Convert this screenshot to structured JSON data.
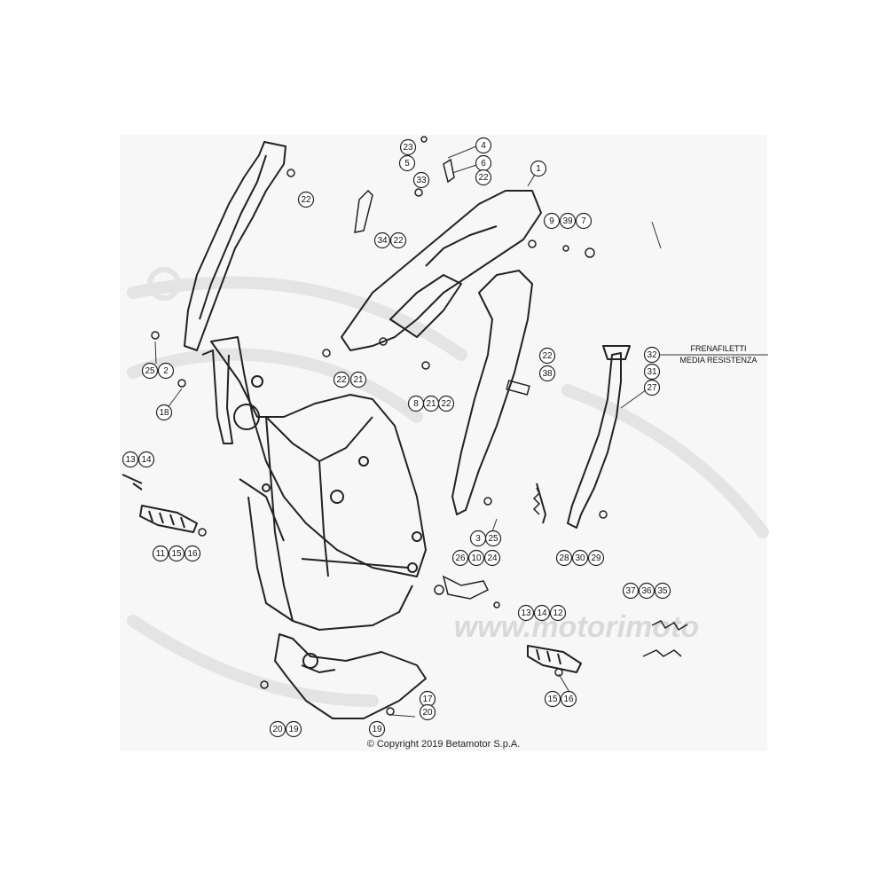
{
  "diagram": {
    "copyright": "© Copyright 2019 Betamotor S.p.A.",
    "note_lines": [
      "FRENAFILETTI",
      "MEDIA RESISTENZA"
    ],
    "watermark_text": "www.motorimoto",
    "callouts": [
      {
        "id": "c1",
        "label": "1"
      },
      {
        "id": "c2",
        "label": "2"
      },
      {
        "id": "c3",
        "label": "3"
      },
      {
        "id": "c4",
        "label": "4"
      },
      {
        "id": "c5",
        "label": "5"
      },
      {
        "id": "c6",
        "label": "6"
      },
      {
        "id": "c7",
        "label": "7"
      },
      {
        "id": "c8",
        "label": "8"
      },
      {
        "id": "c9",
        "label": "9"
      },
      {
        "id": "c10",
        "label": "10"
      },
      {
        "id": "c11",
        "label": "11"
      },
      {
        "id": "c12",
        "label": "12"
      },
      {
        "id": "c13a",
        "label": "13"
      },
      {
        "id": "c13b",
        "label": "13"
      },
      {
        "id": "c14a",
        "label": "14"
      },
      {
        "id": "c14b",
        "label": "14"
      },
      {
        "id": "c15a",
        "label": "15"
      },
      {
        "id": "c15b",
        "label": "15"
      },
      {
        "id": "c16a",
        "label": "16"
      },
      {
        "id": "c16b",
        "label": "16"
      },
      {
        "id": "c17",
        "label": "17"
      },
      {
        "id": "c18",
        "label": "18"
      },
      {
        "id": "c19a",
        "label": "19"
      },
      {
        "id": "c19b",
        "label": "19"
      },
      {
        "id": "c20a",
        "label": "20"
      },
      {
        "id": "c20b",
        "label": "20"
      },
      {
        "id": "c21a",
        "label": "21"
      },
      {
        "id": "c21b",
        "label": "21"
      },
      {
        "id": "c22a",
        "label": "22"
      },
      {
        "id": "c22b",
        "label": "22"
      },
      {
        "id": "c22c",
        "label": "22"
      },
      {
        "id": "c22d",
        "label": "22"
      },
      {
        "id": "c22e",
        "label": "22"
      },
      {
        "id": "c22f",
        "label": "22"
      },
      {
        "id": "c23",
        "label": "23"
      },
      {
        "id": "c24",
        "label": "24"
      },
      {
        "id": "c25a",
        "label": "25"
      },
      {
        "id": "c25b",
        "label": "25"
      },
      {
        "id": "c26",
        "label": "26"
      },
      {
        "id": "c27",
        "label": "27"
      },
      {
        "id": "c28",
        "label": "28"
      },
      {
        "id": "c29",
        "label": "29"
      },
      {
        "id": "c30",
        "label": "30"
      },
      {
        "id": "c31",
        "label": "31"
      },
      {
        "id": "c32",
        "label": "32"
      },
      {
        "id": "c33",
        "label": "33"
      },
      {
        "id": "c34",
        "label": "34"
      },
      {
        "id": "c35",
        "label": "35"
      },
      {
        "id": "c36",
        "label": "36"
      },
      {
        "id": "c37",
        "label": "37"
      },
      {
        "id": "c38",
        "label": "38"
      },
      {
        "id": "c39",
        "label": "39"
      }
    ]
  }
}
